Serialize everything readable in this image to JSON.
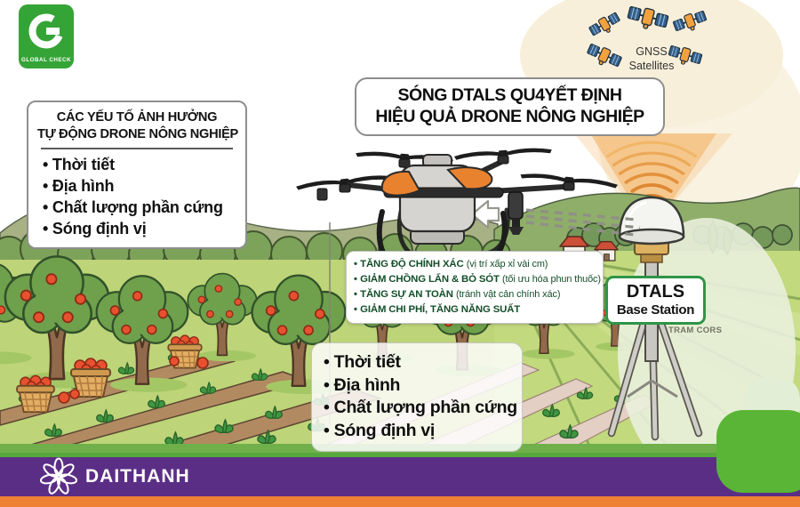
{
  "brand_logo": {
    "name": "GLOBAL CHECK",
    "initial": "G"
  },
  "gnss": {
    "line1": "GNSS",
    "line2": "Satellites"
  },
  "headline": {
    "line1": "SÓNG DTALS QU4YẾT ĐỊNH",
    "line2": "HIỆU QUẢ DRONE NÔNG NGHIỆP"
  },
  "factors_box": {
    "title_line1": "CÁC YẾU TỐ ẢNH HƯỞNG",
    "title_line2": "TỰ ĐỘNG DRONE NÔNG NGHIỆP",
    "items": [
      "Thời tiết",
      "Địa hình",
      "Chất lượng phần cứng",
      "Sóng định vị"
    ]
  },
  "benefits_box": {
    "items": [
      {
        "title": "TĂNG ĐỘ CHÍNH XÁC",
        "note": "(vị trí xấp xỉ vài cm)"
      },
      {
        "title": "GIẢM CHỒNG LẤN & BỎ SÓT",
        "note": "(tối ưu hóa phun thuốc)"
      },
      {
        "title": "TĂNG SỰ AN TOÀN",
        "note": "(tránh vật cản chính xác)"
      },
      {
        "title": "GIẢM CHI PHÍ, TĂNG NĂNG SUẤT",
        "note": ""
      }
    ]
  },
  "factors_repeat_box": {
    "items": [
      "Thời tiết",
      "Địa hình",
      "Chất lượng phần cứng",
      "Sóng định vị"
    ]
  },
  "base_station": {
    "line1": "DTALS",
    "line2": "Base Station",
    "caption": "TRAM CORS"
  },
  "footer": {
    "brand": "DAITHANH"
  },
  "colors": {
    "brand_green": "#3aa838",
    "footer_purple": "#5b2e86",
    "footer_orange": "#ee8133",
    "footer_green": "#56a83c",
    "drone_accent_orange": "#e8822f",
    "signal_orange": "#e0923f",
    "benefit_text_green": "#134e29",
    "station_sign_green": "#2e9547",
    "field_green": "#bdd478"
  }
}
